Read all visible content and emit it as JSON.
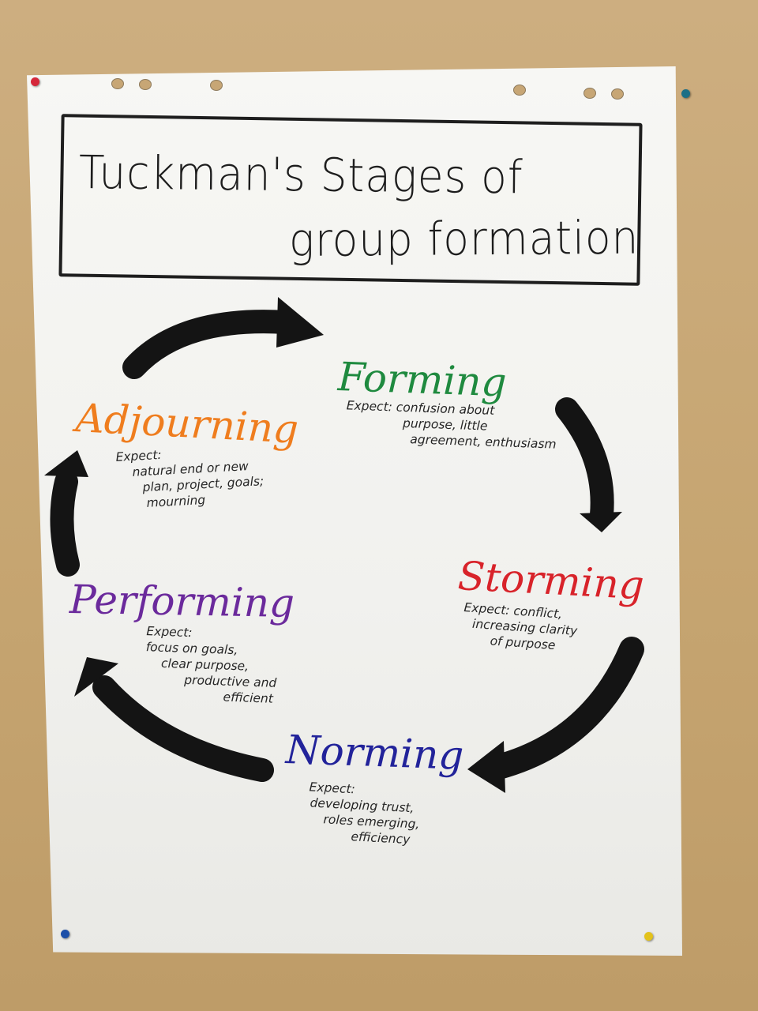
{
  "title": {
    "line1": "Tuckman's Stages of",
    "line2": "group formation"
  },
  "stages": {
    "forming": {
      "label": "Forming",
      "color": "#1f8a3f",
      "note": [
        "Expect: confusion about",
        "purpose, little",
        "agreement, enthusiasm"
      ]
    },
    "storming": {
      "label": "Storming",
      "color": "#d8232a",
      "note": [
        "Expect: conflict,",
        "increasing clarity",
        "of purpose"
      ]
    },
    "norming": {
      "label": "Norming",
      "color": "#22239a",
      "note": [
        "Expect:",
        "developing trust,",
        "roles emerging,",
        "efficiency"
      ]
    },
    "performing": {
      "label": "Performing",
      "color": "#6b2a9c",
      "note": [
        "Expect:",
        "focus on goals,",
        "clear purpose,",
        "productive and",
        "efficient"
      ]
    },
    "adjourning": {
      "label": "Adjourning",
      "color": "#ef7d1e",
      "note": [
        "Expect:",
        "natural end or new",
        "plan, project, goals;",
        "mourning"
      ]
    }
  },
  "arrow_color": "#141414",
  "pin_colors": [
    "#d5273a",
    "#1c6f86",
    "#1c4fa8",
    "#e3c21b"
  ]
}
